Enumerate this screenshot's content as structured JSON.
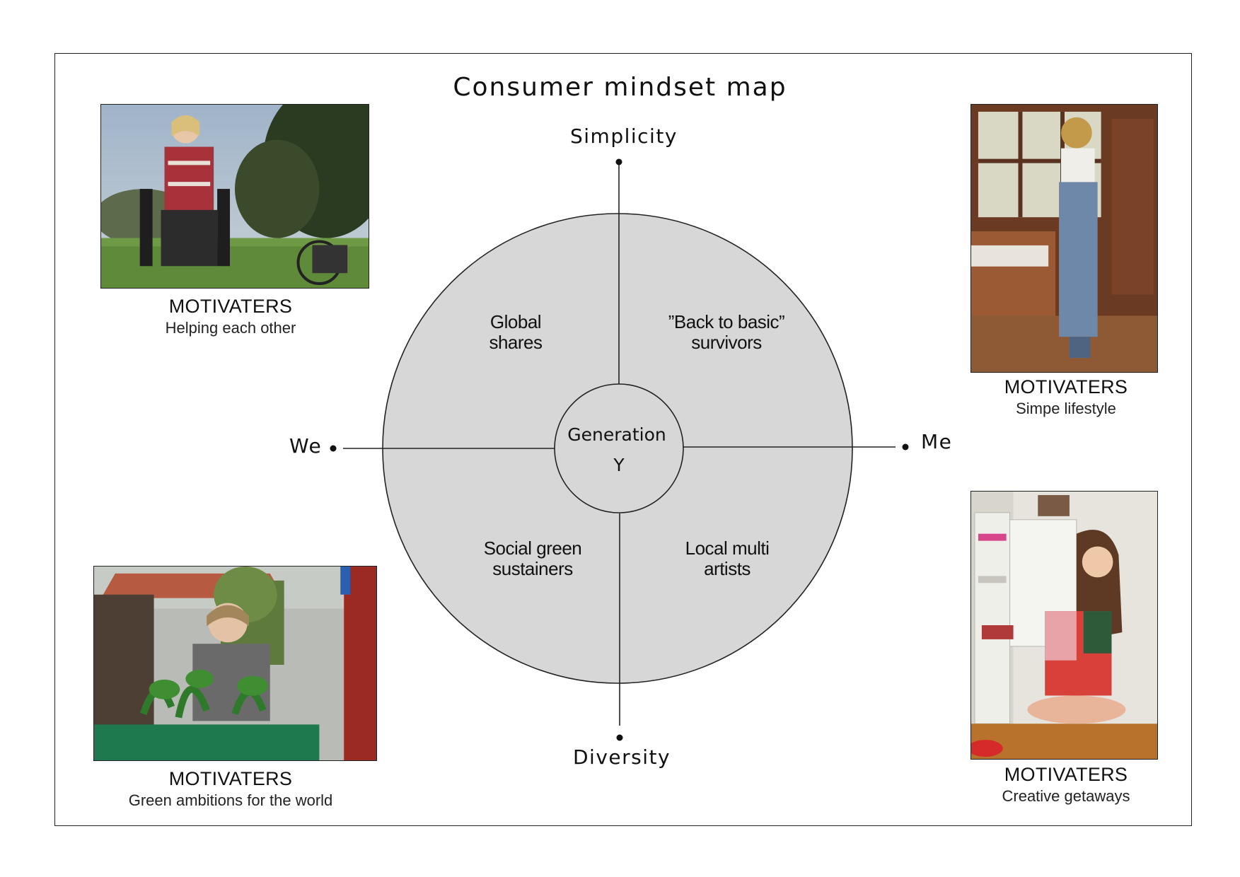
{
  "title": "Consumer mindset map",
  "axes": {
    "top": "Simplicity",
    "bottom": "Diversity",
    "left": "We",
    "right": "Me"
  },
  "center": {
    "line1": "Generation",
    "line2": "Y"
  },
  "quadrants": {
    "top_left": {
      "line1": "Global",
      "line2": "shares"
    },
    "top_right": {
      "line1": "”Back to basic”",
      "line2": "survivors"
    },
    "bottom_left": {
      "line1": "Social green",
      "line2": "sustainers"
    },
    "bottom_right": {
      "line1": "Local multi",
      "line2": "artists"
    }
  },
  "cards": {
    "top_left": {
      "heading": "MOTIVATERS",
      "subtitle": "Helping each other"
    },
    "top_right": {
      "heading": "MOTIVATERS",
      "subtitle": "Simpe lifestyle"
    },
    "bottom_left": {
      "heading": "MOTIVATERS",
      "subtitle": "Green ambitions for the world"
    },
    "bottom_right": {
      "heading": "MOTIVATERS",
      "subtitle": "Creative getaways"
    }
  },
  "colors": {
    "circle_fill": "#d7d7d8",
    "line": "#222222"
  }
}
